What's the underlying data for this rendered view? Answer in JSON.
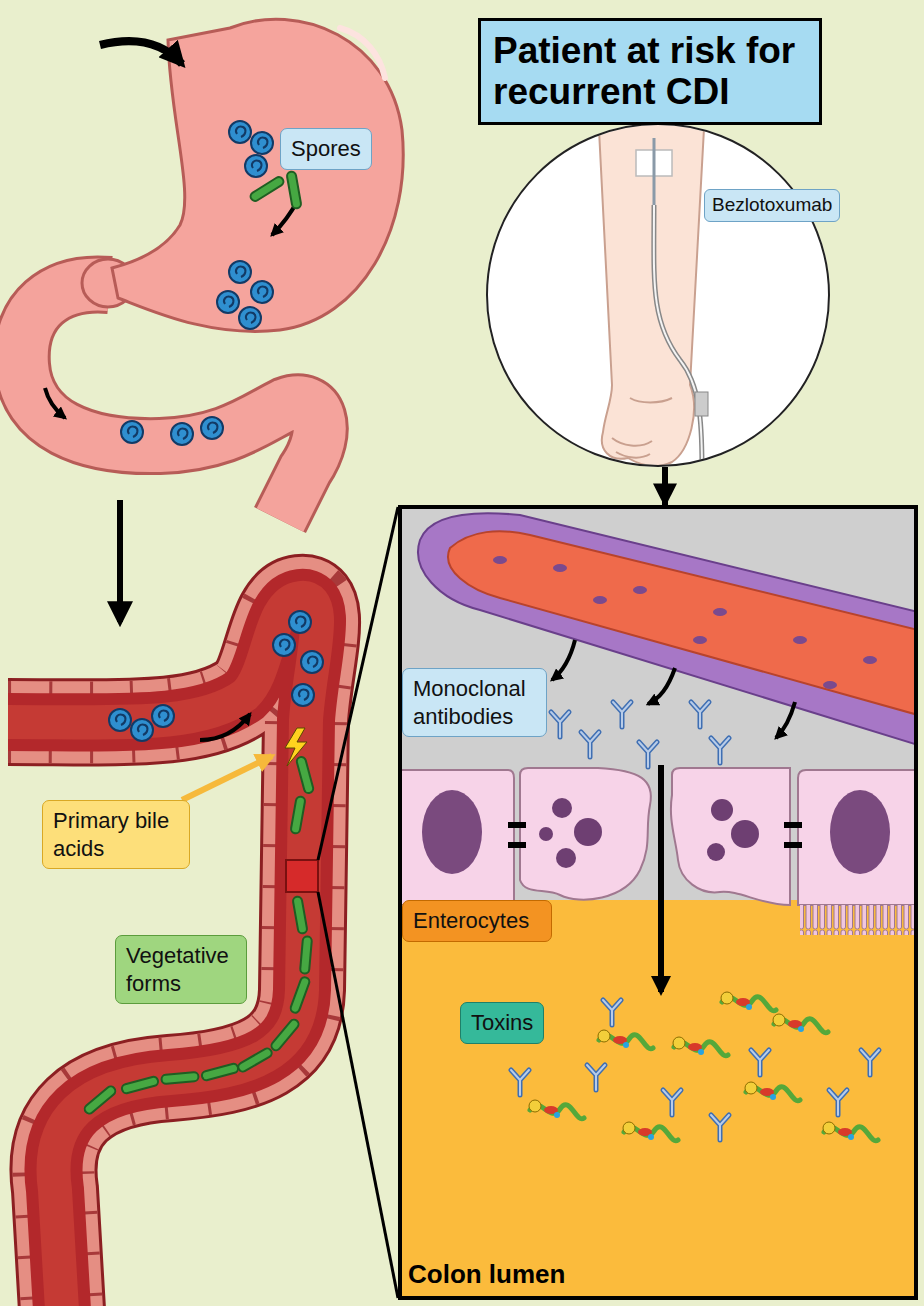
{
  "diagram": {
    "nodes": [
      {
        "text": [
          "Patient at risk for recurrent CDI"
        ]
      },
      {
        "text": [
          "Bezlotoxumab"
        ]
      },
      {
        "text": [
          "Spores"
        ]
      },
      {
        "text": [
          "Primary bile acids"
        ]
      },
      {
        "text": [
          "Vegetative forms"
        ]
      },
      {
        "text": [
          "Colon lumen"
        ]
      },
      {
        "text": [
          "Monoclonal antibodies"
        ],
        "in": 5
      },
      {
        "text": [
          "Enterocytes"
        ],
        "in": 5
      },
      {
        "text": [
          "Toxins"
        ],
        "in": 5
      }
    ],
    "edges": [
      {
        "from": 1,
        "to": 5,
        "arrow": "to"
      }
    ]
  }
}
